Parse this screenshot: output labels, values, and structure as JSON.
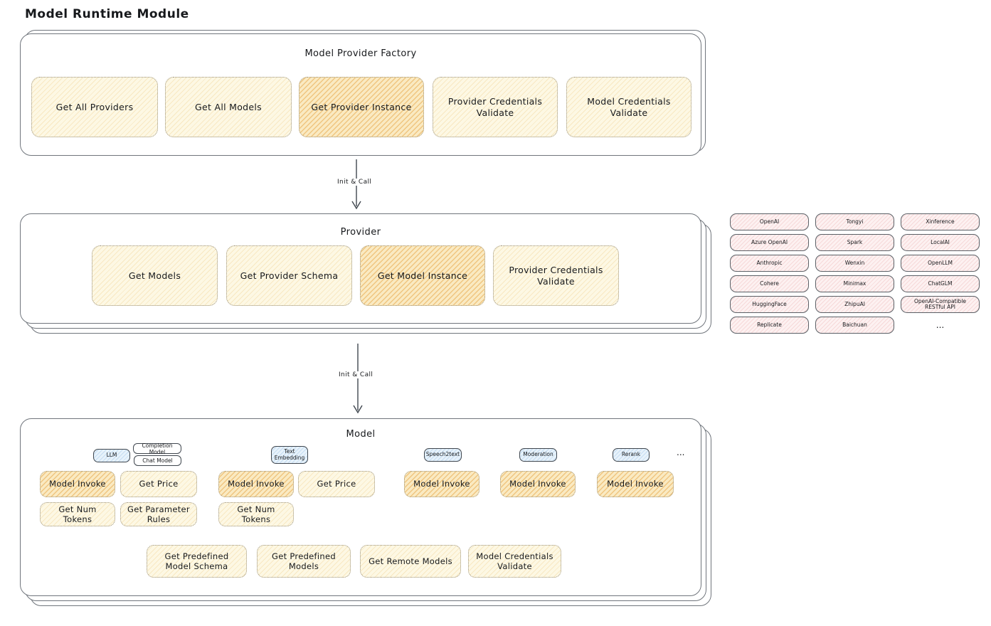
{
  "title": "Model Runtime Module",
  "arrows": {
    "init_call_1": "Init & Call",
    "init_call_2": "Init & Call"
  },
  "factory": {
    "title": "Model Provider Factory",
    "buttons": [
      {
        "label": "Get All Providers",
        "highlighted": false
      },
      {
        "label": "Get All Models",
        "highlighted": false
      },
      {
        "label": "Get Provider Instance",
        "highlighted": true
      },
      {
        "label": "Provider Credentials Validate",
        "highlighted": false
      },
      {
        "label": "Model Credentials Validate",
        "highlighted": false
      }
    ]
  },
  "provider": {
    "title": "Provider",
    "buttons": [
      {
        "label": "Get Models",
        "highlighted": false
      },
      {
        "label": "Get Provider Schema",
        "highlighted": false
      },
      {
        "label": "Get Model Instance",
        "highlighted": true
      },
      {
        "label": "Provider Credentials Validate",
        "highlighted": false
      }
    ]
  },
  "providers_panel": {
    "rows": [
      [
        "OpenAI",
        "Tongyi",
        "Xinference"
      ],
      [
        "Azure OpenAI",
        "Spark",
        "LocalAI"
      ],
      [
        "Anthropic",
        "Wenxin",
        "OpenLLM"
      ],
      [
        "Cohere",
        "Minimax",
        "ChatGLM"
      ],
      [
        "HuggingFace",
        "ZhipuAI",
        "OpenAI-Compatible RESTful API"
      ],
      [
        "Replicate",
        "Baichuan"
      ]
    ],
    "ellipsis": "..."
  },
  "model": {
    "title": "Model",
    "tabs": {
      "llm": "LLM",
      "completion": "Completion Model",
      "chat": "Chat Model",
      "text_embedding": "Text Embedding",
      "speech2text": "Speech2text",
      "moderation": "Moderation",
      "rerank": "Rerank",
      "ellipsis": "..."
    },
    "llm_buttons": [
      {
        "label": "Model Invoke",
        "highlighted": true
      },
      {
        "label": "Get Price",
        "highlighted": false
      },
      {
        "label": "Get Num Tokens",
        "highlighted": false
      },
      {
        "label": "Get Parameter Rules",
        "highlighted": false
      }
    ],
    "embedding_buttons": [
      {
        "label": "Model Invoke",
        "highlighted": true
      },
      {
        "label": "Get Price",
        "highlighted": false
      },
      {
        "label": "Get Num Tokens",
        "highlighted": false
      }
    ],
    "speech2text_buttons": [
      {
        "label": "Model Invoke",
        "highlighted": true
      }
    ],
    "moderation_buttons": [
      {
        "label": "Model Invoke",
        "highlighted": true
      }
    ],
    "rerank_buttons": [
      {
        "label": "Model Invoke",
        "highlighted": true
      }
    ],
    "bottom_buttons": [
      {
        "label": "Get Predefined Model Schema"
      },
      {
        "label": "Get Predefined Models"
      },
      {
        "label": "Get Remote Models"
      },
      {
        "label": "Model Credentials Validate"
      }
    ]
  },
  "colors": {
    "button_yellow": "#fdf8e4",
    "button_highlight_orange": "#faeac2",
    "chip_blue": "#e7f2fb",
    "chip_pink": "#fdf1f1",
    "panel_border": "#70757c"
  }
}
